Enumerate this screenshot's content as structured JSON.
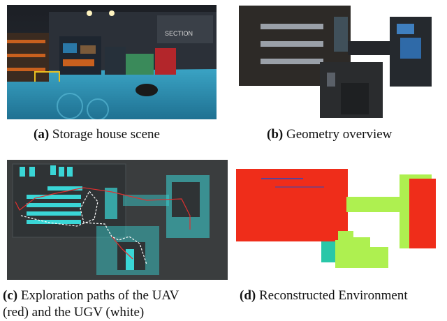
{
  "figure": {
    "panels": [
      {
        "id": "a",
        "letter": "(a)",
        "caption": "Storage house scene",
        "sign_text": "SECTION"
      },
      {
        "id": "b",
        "letter": "(b)",
        "caption": "Geometry overview"
      },
      {
        "id": "c",
        "letter": "(c)",
        "caption_line1": "Exploration paths of the UAV",
        "caption_line2": "(red) and the UGV (white)"
      },
      {
        "id": "d",
        "letter": "(d)",
        "caption": "Reconstructed Environment"
      }
    ],
    "colors": {
      "floor": "#2f8fb0",
      "wall_dark": "#2b3038",
      "shelf_orange": "#c8601e",
      "door_red": "#b3262b",
      "map_bg": "#3a3d3e",
      "map_cyan": "#3ad6d6",
      "uav_path": "#e03030",
      "ugv_path": "#ffffff",
      "recon_red": "#ef2d1a",
      "recon_green": "#aef050",
      "recon_teal": "#29c7a8"
    }
  }
}
